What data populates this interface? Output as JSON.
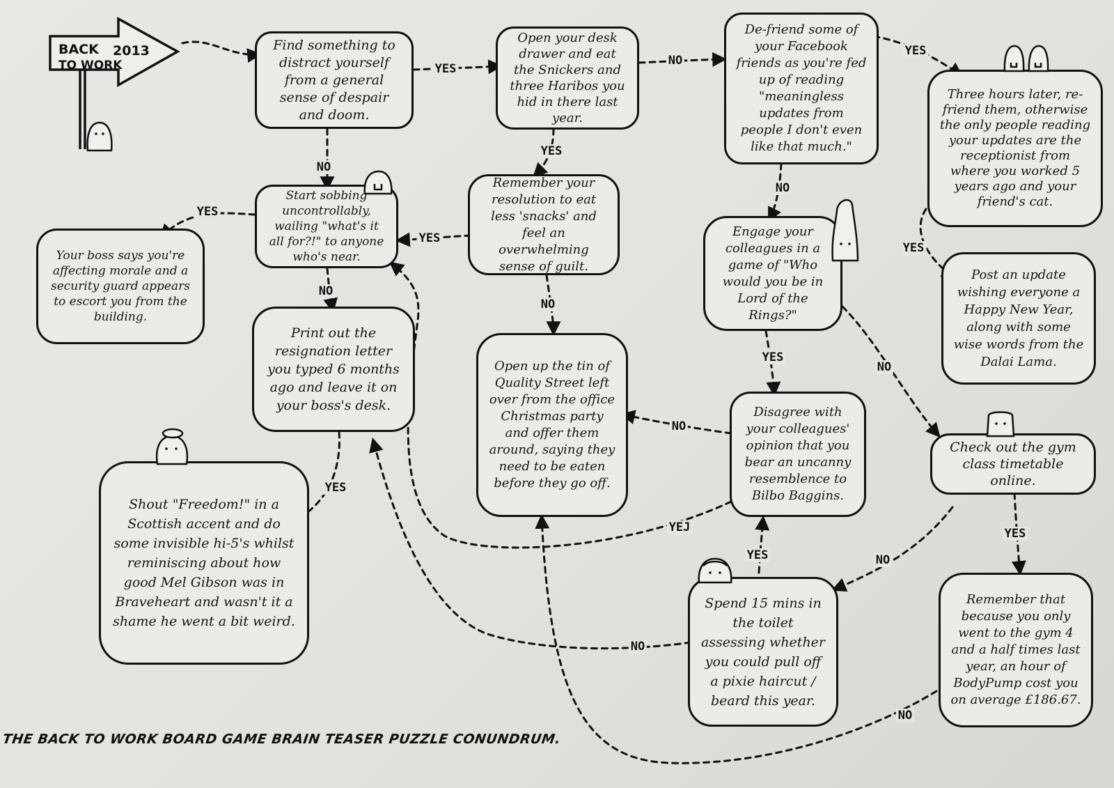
{
  "title": "THE BACK TO WORK BOARD GAME BRAIN TEASER PUZZLE CONUNDRUM.",
  "start_sign": {
    "line1": "BACK",
    "year": "2013",
    "line2": "TO WORK"
  },
  "nodes": {
    "distract": "Find something to distract yourself from a general sense of despair and doom.",
    "snickers": "Open your desk drawer and eat the Snickers and three Haribos you hid in there last year.",
    "defriend": "De-friend some of your Facebook friends as you're fed up of reading \"meaningless updates from people I don't even like that much.\"",
    "refriend": "Three hours later, re-friend them, otherwise the only people reading your updates are the receptionist from where you worked 5 years ago and your friend's cat.",
    "sobbing": "Start sobbing uncontrollably, wailing \"what's it all for?!\" to anyone who's near.",
    "resolution": "Remember your resolution to eat less 'snacks' and feel an overwhelming sense of guilt.",
    "lotr": "Engage your colleagues in a game of \"Who would you be in Lord of the Rings?\"",
    "boss": "Your boss says you're affecting morale and a security guard appears to escort you from the building.",
    "resignation": "Print out the resignation letter you typed 6 months ago and leave it on your boss's desk.",
    "quality_street": "Open up the tin of Quality Street left over from the office Christmas party and offer them around, saying they need to be eaten before they go off.",
    "bilbo": "Disagree with your colleagues' opinion that you bear an uncanny resemblence to Bilbo Baggins.",
    "dalai": "Post an update wishing everyone a Happy New Year, along with some wise words from the Dalai Lama.",
    "gym": "Check out the gym class timetable online.",
    "freedom": "Shout \"Freedom!\" in a Scottish accent and do some invisible hi-5's whilst reminiscing about how good Mel Gibson was in Braveheart and wasn't it a shame he went a bit weird.",
    "pixie": "Spend 15 mins in the toilet assessing whether you could pull off a pixie haircut / beard this year.",
    "bodypump": "Remember that because you only went to the gym 4 and a half times last year, an hour of BodyPump cost you on average £186.67."
  },
  "labels": {
    "yes": "YES",
    "no": "NO",
    "yes_alt": "YEJ"
  }
}
